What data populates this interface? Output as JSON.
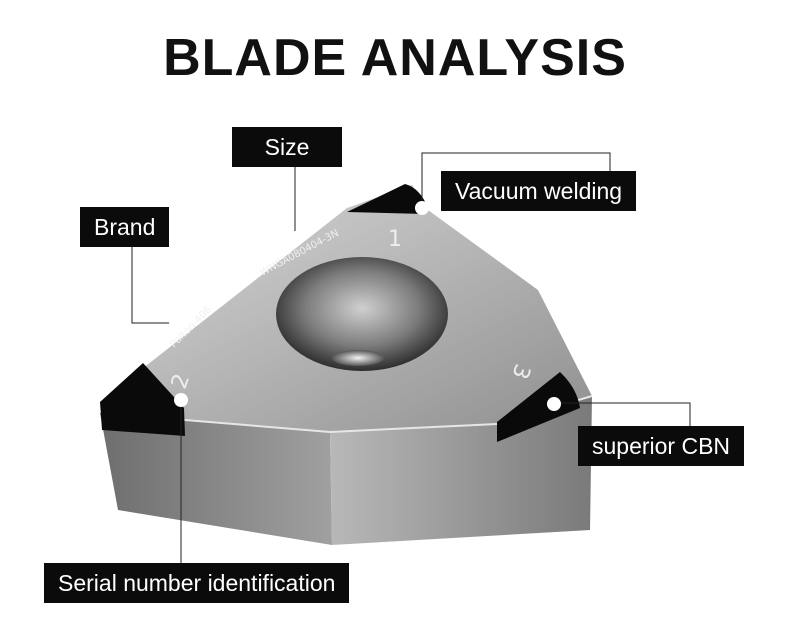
{
  "title": "BLADE ANALYSIS",
  "insert": {
    "engraving_model": "WNGA080404-3N",
    "engraving_brand": "Palton-406",
    "corner_numbers": [
      "1",
      "2",
      "3"
    ]
  },
  "callouts": {
    "size": "Size",
    "brand": "Brand",
    "vacuum_welding": "Vacuum welding",
    "superior_cbn": "superior CBN",
    "serial_number": "Serial number identification"
  },
  "colors": {
    "label_bg": "#0b0b0b",
    "label_text": "#ffffff",
    "leader_line": "#222222"
  }
}
